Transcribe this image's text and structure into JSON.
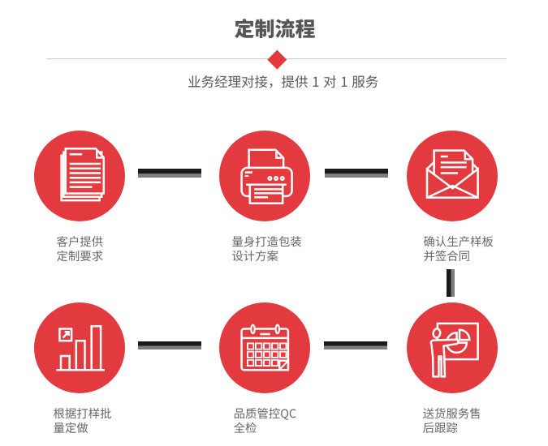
{
  "header": {
    "title": "定制流程",
    "subtitle": "业务经理对接，提供 1 对 1 服务"
  },
  "steps": [
    {
      "name": "customer-requirements",
      "icon": "documents-stack-icon",
      "label_lines": [
        "客户提供",
        "定制要求"
      ]
    },
    {
      "name": "packaging-design",
      "icon": "printer-icon",
      "label_lines": [
        "量身打造包装",
        "设计方案"
      ]
    },
    {
      "name": "sample-contract",
      "icon": "envelope-letter-icon",
      "label_lines": [
        "确认生产样板",
        "并签合同"
      ]
    },
    {
      "name": "batch-production",
      "icon": "bar-chart-icon",
      "label_lines": [
        "根据打样批",
        "量定做"
      ]
    },
    {
      "name": "quality-inspection",
      "icon": "calendar-icon",
      "label_lines": [
        "品质管控QC",
        "全检"
      ]
    },
    {
      "name": "delivery-tracking",
      "icon": "presentation-icon",
      "label_lines": [
        "送货服务售",
        "后跟踪"
      ]
    }
  ],
  "colors": {
    "accent_red": "#e23a3f",
    "connector_dark": "#1a1a1a",
    "connector_gray": "#7d7d7d",
    "divider_line": "#cccccc",
    "title_text": "#565656",
    "subtitle_text": "#585858",
    "label_text": "#666666",
    "background": "#ffffff"
  }
}
